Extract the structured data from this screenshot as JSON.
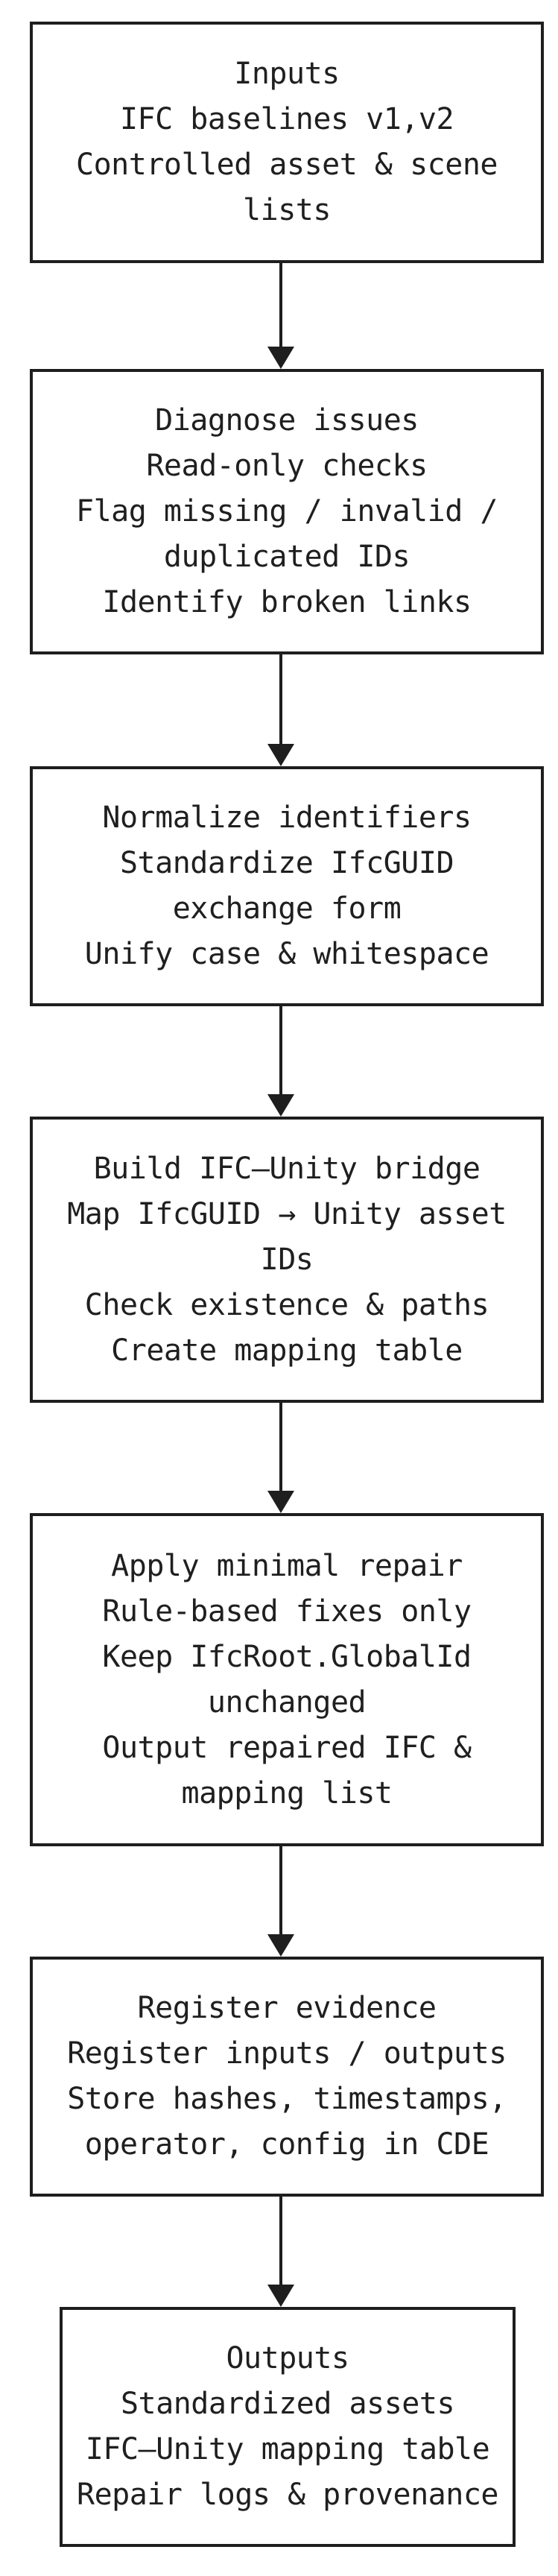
{
  "flowchart": {
    "nodes": [
      {
        "id": "inputs",
        "lines": [
          "Inputs",
          "IFC baselines v1,v2",
          "Controlled asset & scene",
          "lists"
        ]
      },
      {
        "id": "diagnose",
        "lines": [
          "Diagnose issues",
          "Read-only checks",
          "Flag missing / invalid /",
          "duplicated IDs",
          "Identify broken links"
        ]
      },
      {
        "id": "normalize",
        "lines": [
          "Normalize identifiers",
          "Standardize IfcGUID",
          "exchange form",
          "Unify case & whitespace"
        ]
      },
      {
        "id": "bridge",
        "lines": [
          "Build IFC–Unity bridge",
          "Map IfcGUID → Unity asset",
          "IDs",
          "Check existence & paths",
          "Create mapping table"
        ]
      },
      {
        "id": "repair",
        "lines": [
          "Apply minimal repair",
          "Rule-based fixes only",
          "Keep IfcRoot.GlobalId",
          "unchanged",
          "Output repaired IFC &",
          "mapping list"
        ]
      },
      {
        "id": "evidence",
        "lines": [
          "Register evidence",
          "Register inputs / outputs",
          "Store hashes, timestamps,",
          "operator, config in CDE"
        ]
      },
      {
        "id": "outputs",
        "lines": [
          "Outputs",
          "Standardized assets",
          "IFC–Unity mapping table",
          "Repair logs & provenance"
        ]
      }
    ],
    "edges": [
      {
        "from": "inputs",
        "to": "diagnose"
      },
      {
        "from": "diagnose",
        "to": "normalize"
      },
      {
        "from": "normalize",
        "to": "bridge"
      },
      {
        "from": "bridge",
        "to": "repair"
      },
      {
        "from": "repair",
        "to": "evidence"
      },
      {
        "from": "evidence",
        "to": "outputs"
      }
    ]
  }
}
